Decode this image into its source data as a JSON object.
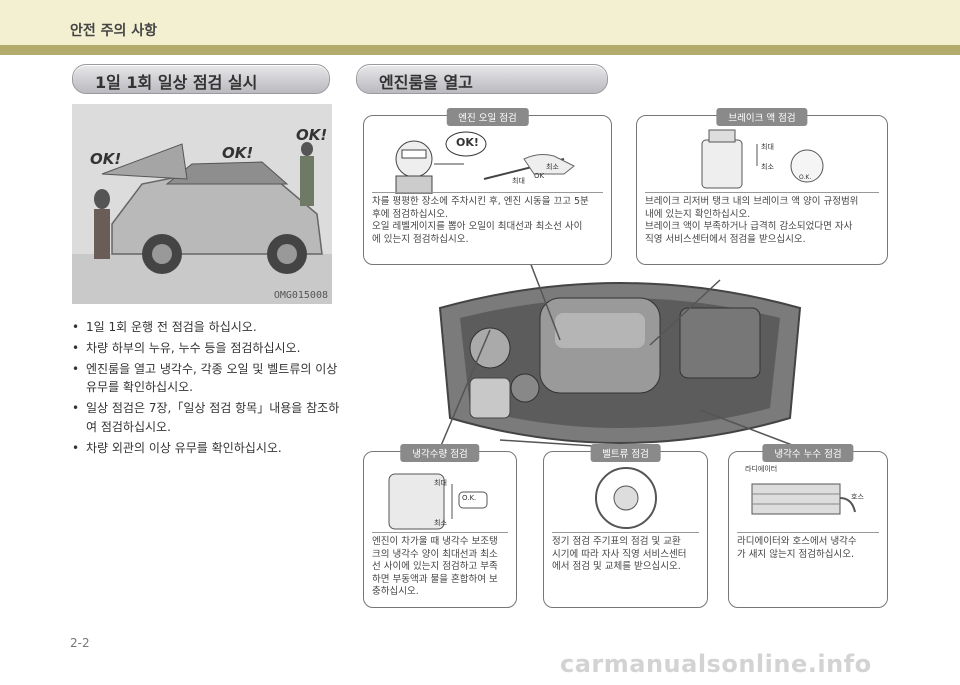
{
  "header": {
    "title": "안전 주의 사항"
  },
  "left_section": {
    "title": "1일 1회 일상 점검 실시",
    "photo": {
      "code": "OMG015008",
      "ok_labels": [
        "OK!",
        "OK!",
        "OK!"
      ]
    },
    "bullets": [
      "1일 1회 운행 전 점검을 하십시오.",
      "차량 하부의 누유, 누수 등을 점검하십시오.",
      "엔진룸을 열고 냉각수, 각종 오일 및 벨트류의 이상 유무를 확인하십시오.",
      "일상 점검은 7장,「일상 점검 항목」내용을 참조하여 점검하십시오.",
      "차량 외관의 이상 유무를 확인하십시오."
    ]
  },
  "right_section": {
    "title": "엔진룸을 열고",
    "cards": {
      "engine_oil": {
        "tag": "엔진 오일 점검",
        "ok_label": "OK!",
        "gauge_max": "최대",
        "gauge_ok": "OK",
        "gauge_min": "최소",
        "text": [
          "차를 평평한 장소에 주차시킨 후, 엔진 시동을 끄고 5분",
          "후에 점검하십시오.",
          "오일 레벨게이지를 뽑아 오일이 최대선과 최소선 사이",
          "에 있는지 점검하십시오."
        ]
      },
      "brake_fluid": {
        "tag": "브레이크 액 점검",
        "label_max": "최대",
        "label_min": "최소",
        "ok_label": "O.K.",
        "text": [
          "브레이크 리저버 탱크 내의 브레이크 액 양이 규정범위",
          "내에 있는지 확인하십시오.",
          "브레이크 액이 부족하거나 급격히 감소되었다면 자사",
          "직영 서비스센터에서 점검을 받으십시오."
        ]
      },
      "coolant": {
        "tag": "냉각수량 점검",
        "label_max": "최대",
        "label_min": "최소",
        "ok_label": "O.K.",
        "text": [
          "엔진이 차가울 때 냉각수 보조탱",
          "크의 냉각수 양이 최대선과 최소",
          "선 사이에 있는지 점검하고 부족",
          "하면 부동액과 물을 혼합하여 보",
          "충하십시오."
        ]
      },
      "belt": {
        "tag": "벨트류 점검",
        "text": [
          "정기 점검 주기표의 점검 및 교환",
          "시기에 따라 자사 직영 서비스센터",
          "에서 점검 및 교체를 받으십시오."
        ]
      },
      "coolant_leak": {
        "tag": "냉각수 누수 점검",
        "label_radiator": "라디에이터",
        "label_hose": "호스",
        "text": [
          "라디에이터와 호스에서 냉각수",
          "가 새지 않는지 점검하십시오."
        ]
      }
    }
  },
  "footer": {
    "page_number": "2-2",
    "watermark": "carmanualsonline.info"
  }
}
